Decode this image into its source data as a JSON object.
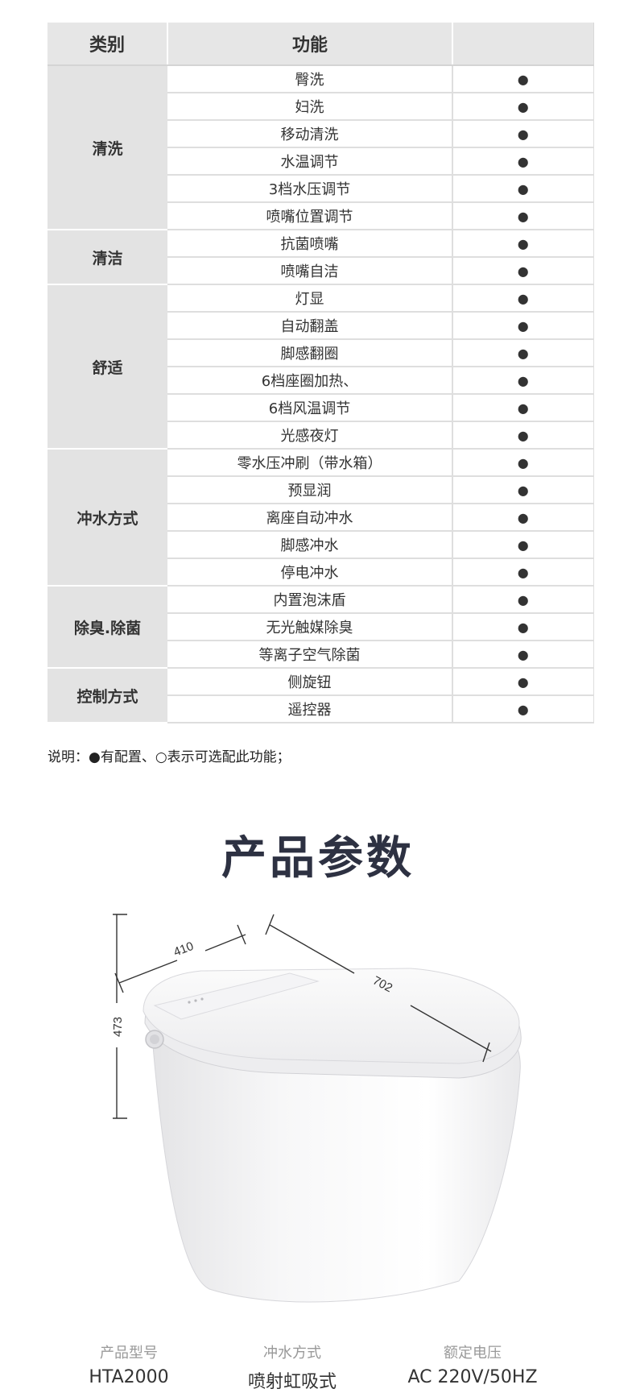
{
  "table": {
    "headers": [
      "类别",
      "功能",
      ""
    ],
    "mark_symbol": "●",
    "groups": [
      {
        "category": "清洗",
        "features": [
          "臀洗",
          "妇洗",
          "移动清洗",
          "水温调节",
          "3档水压调节",
          "喷嘴位置调节"
        ]
      },
      {
        "category": "清洁",
        "features": [
          "抗菌喷嘴",
          "喷嘴自洁"
        ]
      },
      {
        "category": "舒适",
        "features": [
          "灯显",
          "自动翻盖",
          "脚感翻圈",
          "6档座圈加热、",
          "6档风温调节",
          "光感夜灯"
        ]
      },
      {
        "category": "冲水方式",
        "features": [
          "零水压冲刷（带水箱）",
          "预显润",
          "离座自动冲水",
          "脚感冲水",
          "停电冲水"
        ]
      },
      {
        "category": "除臭.除菌",
        "features": [
          "内置泡沫盾",
          "无光触媒除臭",
          "等离子空气除菌"
        ]
      },
      {
        "category": "控制方式",
        "features": [
          "侧旋钮",
          "遥控器"
        ]
      }
    ]
  },
  "note": "说明：●有配置、○表示可选配此功能；",
  "section_title": "产品参数",
  "dimensions": {
    "width": "410",
    "length": "702",
    "height": "473"
  },
  "specs": [
    {
      "label": "产品型号",
      "value": "HTA2000"
    },
    {
      "label": "冲水方式",
      "value": "喷射虹吸式"
    },
    {
      "label": "额定电压",
      "value": "AC 220V/50HZ"
    }
  ]
}
